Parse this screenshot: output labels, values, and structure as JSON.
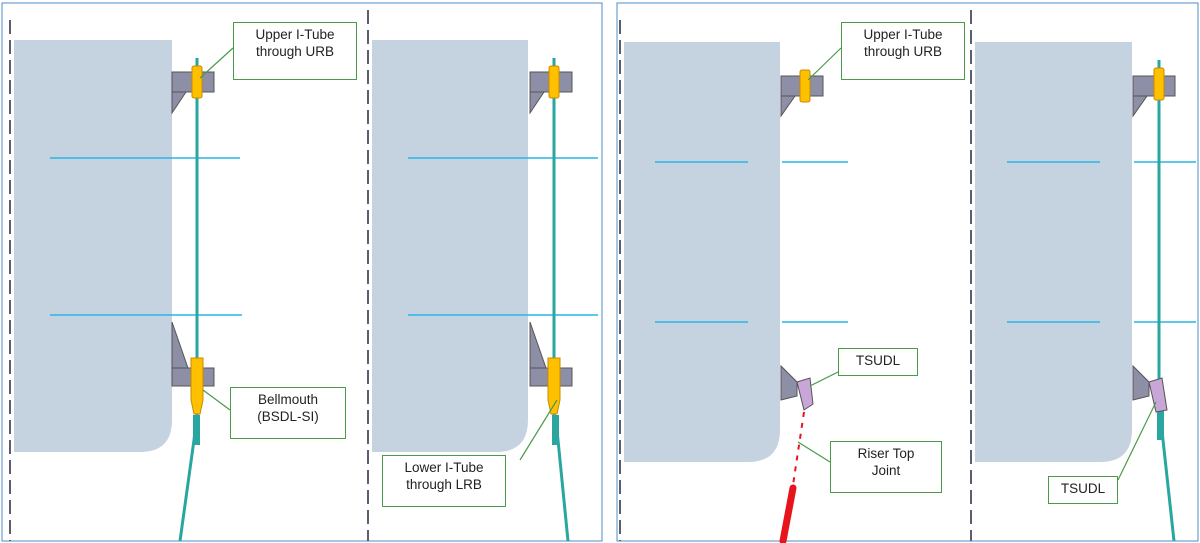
{
  "colors": {
    "hull": "#c4d3df",
    "waterline": "#29b6e6",
    "pipe": "#2aa6a0",
    "yellow_component": "#ffc000",
    "riser_red": "#e8141c",
    "bracket": "#8c8fa6",
    "callout_border": "#4a9a4a",
    "panel_border": "#4d8cc7"
  },
  "panels": {
    "left": {
      "callouts": {
        "upper": "Upper I-Tube\nthrough URB",
        "bellmouth": "Bellmouth\n(BSDL-SI)",
        "lower": "Lower I-Tube\nthrough LRB"
      }
    },
    "right": {
      "callouts": {
        "upper": "Upper I-Tube\nthrough URB",
        "tsudl_top": "TSUDL",
        "riser": "Riser Top\nJoint",
        "tsudl_bottom": "TSUDL"
      }
    }
  }
}
